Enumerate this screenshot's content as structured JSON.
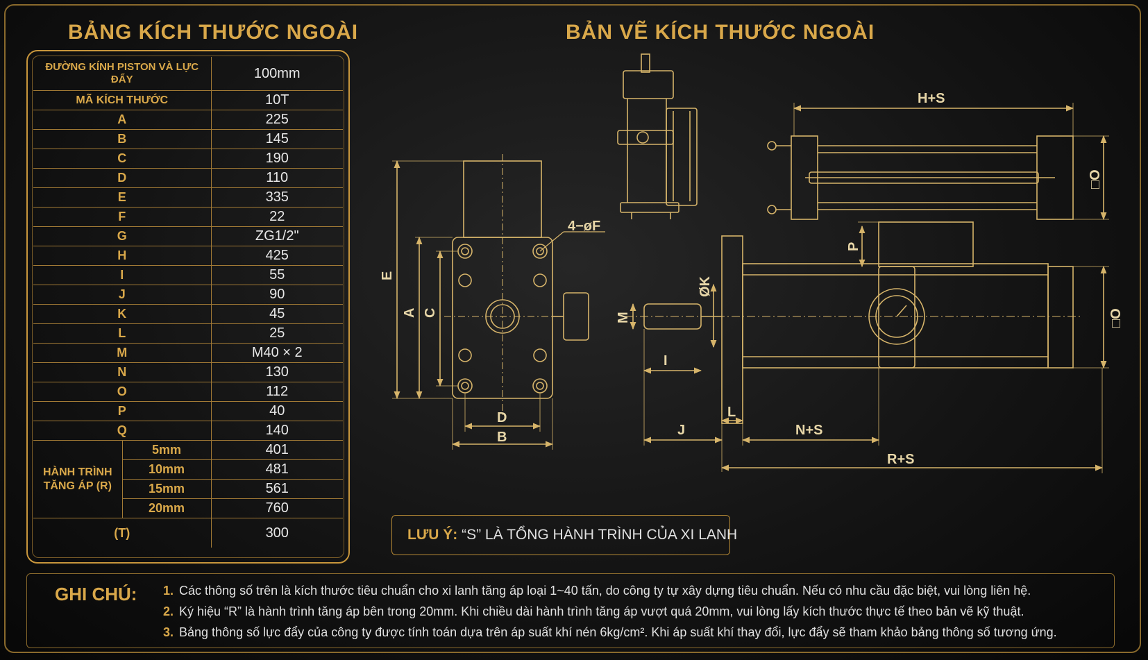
{
  "titles": {
    "table_heading": "BẢNG KÍCH THƯỚC NGOÀI",
    "drawing_heading": "BẢN VẼ KÍCH THƯỚC NGOÀI"
  },
  "table": {
    "rows": [
      {
        "label": "ĐƯỜNG KÍNH PISTON VÀ LỰC ĐẨY",
        "value": "100mm"
      },
      {
        "label": "MÃ KÍCH THƯỚC",
        "value": "10T"
      },
      {
        "label": "A",
        "value": "225"
      },
      {
        "label": "B",
        "value": "145"
      },
      {
        "label": "C",
        "value": "190"
      },
      {
        "label": "D",
        "value": "110"
      },
      {
        "label": "E",
        "value": "335"
      },
      {
        "label": "F",
        "value": "22"
      },
      {
        "label": "G",
        "value": "ZG1/2\""
      },
      {
        "label": "H",
        "value": "425"
      },
      {
        "label": "I",
        "value": "55"
      },
      {
        "label": "J",
        "value": "90"
      },
      {
        "label": "K",
        "value": "45"
      },
      {
        "label": "L",
        "value": "25"
      },
      {
        "label": "M",
        "value": "M40 × 2"
      },
      {
        "label": "N",
        "value": "130"
      },
      {
        "label": "O",
        "value": "112"
      },
      {
        "label": "P",
        "value": "40"
      },
      {
        "label": "Q",
        "value": "140"
      }
    ],
    "stroke_group_label": "HÀNH TRÌNH TĂNG ÁP (R)",
    "stroke_rows": [
      {
        "label": "5mm",
        "value": "401"
      },
      {
        "label": "10mm",
        "value": "481"
      },
      {
        "label": "15mm",
        "value": "561"
      },
      {
        "label": "20mm",
        "value": "760"
      }
    ],
    "t_row": {
      "label": "(T)",
      "value": "300"
    }
  },
  "drawing_labels": {
    "hole": "4−øF",
    "E": "E",
    "A": "A",
    "C": "C",
    "D": "D",
    "B": "B",
    "HS": "H+S",
    "O_top": "□O",
    "P": "P",
    "K": "ØK",
    "M": "M",
    "O_side": "□O",
    "I": "I",
    "J": "J",
    "L": "L",
    "NS": "N+S",
    "RS": "R+S"
  },
  "note": {
    "label": "LƯU Ý:",
    "text": "“S” LÀ TỔNG HÀNH TRÌNH CỦA XI LANH"
  },
  "ghi_chu": {
    "title": "GHI CHÚ:",
    "lines": [
      {
        "num": "1.",
        "text": "Các thông số trên là kích thước tiêu chuẩn cho xi lanh tăng áp loại 1~40 tấn, do công ty tự xây dựng tiêu chuẩn. Nếu có nhu cầu đặc biệt, vui lòng liên hệ."
      },
      {
        "num": "2.",
        "text": "Ký hiệu “R” là hành trình tăng áp bên trong 20mm. Khi chiều dài hành trình tăng áp vượt quá 20mm, vui lòng lấy kích thước thực tế theo bản vẽ kỹ thuật."
      },
      {
        "num": "3.",
        "text": "Bảng thông số lực đẩy của công ty được tính toán dựa trên áp suất khí nén 6kg/cm². Khi áp suất khí thay đổi, lực đẩy sẽ tham khảo bảng thông số tương ứng."
      }
    ]
  },
  "colors": {
    "gold": "#d9a84a",
    "line": "#d6b46a",
    "background": "#141414"
  }
}
